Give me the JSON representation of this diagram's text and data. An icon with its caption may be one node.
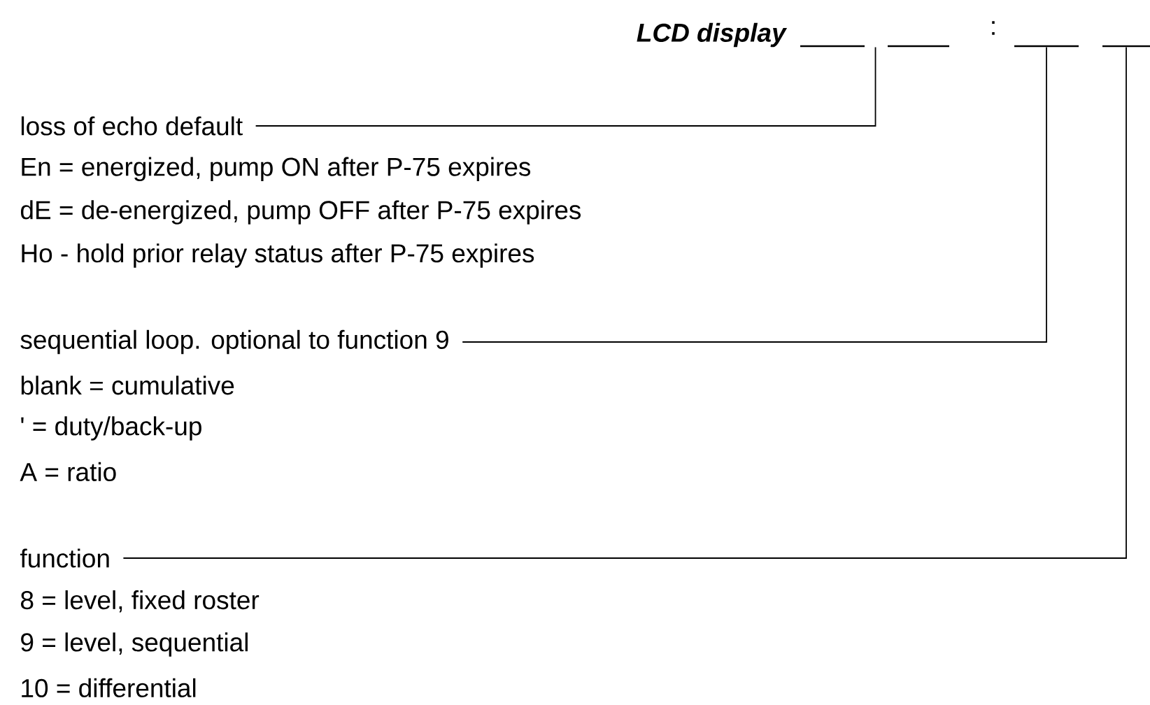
{
  "diagram": {
    "title": "LCD display",
    "nodes": [
      {
        "text": [
          "loss of echo default"
        ]
      },
      {
        "text": [
          "sequential loop. optional to function 9"
        ]
      },
      {
        "text": [
          "function"
        ]
      },
      {
        "text": [],
        "shape": "bar"
      },
      {
        "text": [],
        "shape": "bar"
      },
      {
        "text": [],
        "shape": "bar"
      },
      {
        "text": [],
        "shape": "bar"
      }
    ],
    "edges": [
      {
        "from": 0,
        "to": 3,
        "arrow": "none"
      },
      {
        "from": 0,
        "to": 4,
        "arrow": "none"
      },
      {
        "from": 1,
        "to": 5,
        "arrow": "none"
      },
      {
        "from": 2,
        "to": 6,
        "arrow": "none"
      }
    ],
    "labels": [
      ":",
      "En = energized, pump ON after P-75 expires",
      "dE = de-energized, pump OFF after P-75 expires",
      "Ho - hold prior relay status after P-75 expires",
      "blank = cumulative",
      "' = duty/back-up",
      "A = ratio",
      "8 = level, fixed roster",
      "9 = level, sequential",
      "10 = differential"
    ]
  }
}
